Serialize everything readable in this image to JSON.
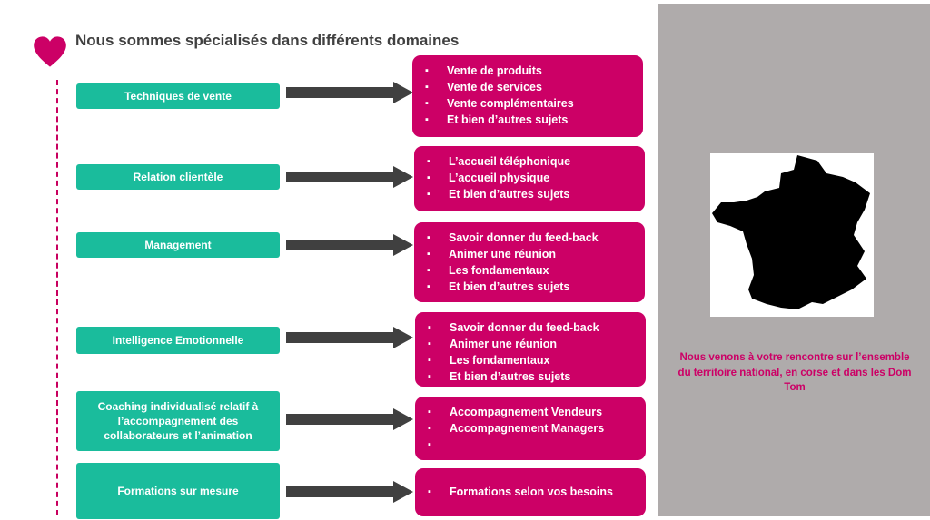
{
  "title": "Nous sommes spécialisés dans différents domaines",
  "colors": {
    "accent": "#cc0066",
    "green": "#1abc9c",
    "side_panel": "#afabab",
    "title": "#404040"
  },
  "rows": [
    {
      "label": "Techniques de vente",
      "items": [
        "Vente de produits",
        "Vente de services",
        "Vente complémentaires",
        "Et bien d’autres sujets"
      ]
    },
    {
      "label": "Relation clientèle",
      "items": [
        "L’accueil téléphonique",
        "L’accueil physique",
        "Et bien d’autres sujets"
      ]
    },
    {
      "label": "Management",
      "items": [
        "Savoir donner du feed-back",
        "Animer une réunion",
        "Les fondamentaux",
        "Et bien d’autres sujets"
      ]
    },
    {
      "label": "Intelligence Emotionnelle",
      "items": [
        "Savoir donner du feed-back",
        "Animer une réunion",
        "Les fondamentaux",
        "Et bien d’autres sujets"
      ]
    },
    {
      "label": "Coaching individualisé relatif à l’accompagnement des collaborateurs et l’animation",
      "items": [
        "Accompagnement Vendeurs",
        "Accompagnement Managers",
        ""
      ]
    },
    {
      "label": "Formations sur mesure",
      "items": [
        "Formations selon vos besoins"
      ]
    }
  ],
  "side": {
    "map_icon": "france-map-icon",
    "text": "Nous venons à votre rencontre sur l’ensemble du territoire national, en corse et dans les Dom Tom"
  }
}
